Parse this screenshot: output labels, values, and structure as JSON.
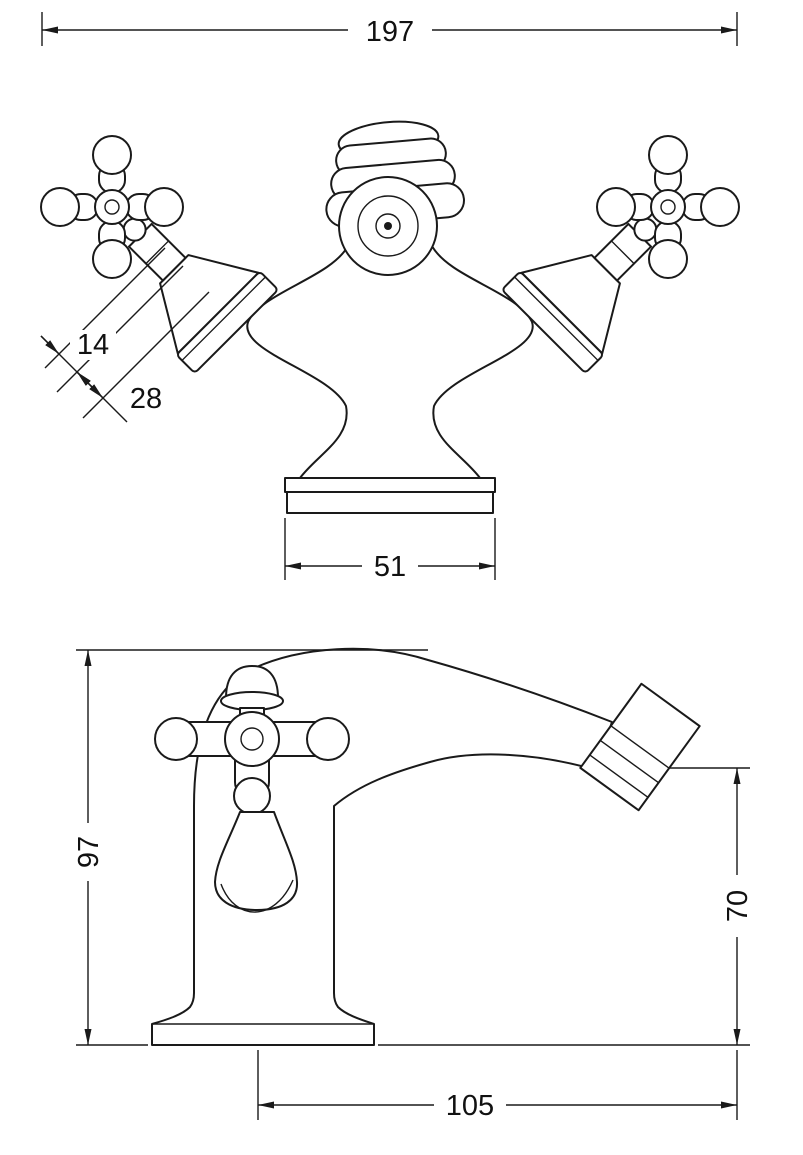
{
  "colors": {
    "line": "#1a1a1a",
    "background": "#ffffff"
  },
  "front_view": {
    "overall_width": "197",
    "handle_dim_small": "14",
    "handle_dim_large": "28",
    "base_width": "51"
  },
  "side_view": {
    "overall_height": "97",
    "outlet_height": "70",
    "overall_depth": "105"
  }
}
